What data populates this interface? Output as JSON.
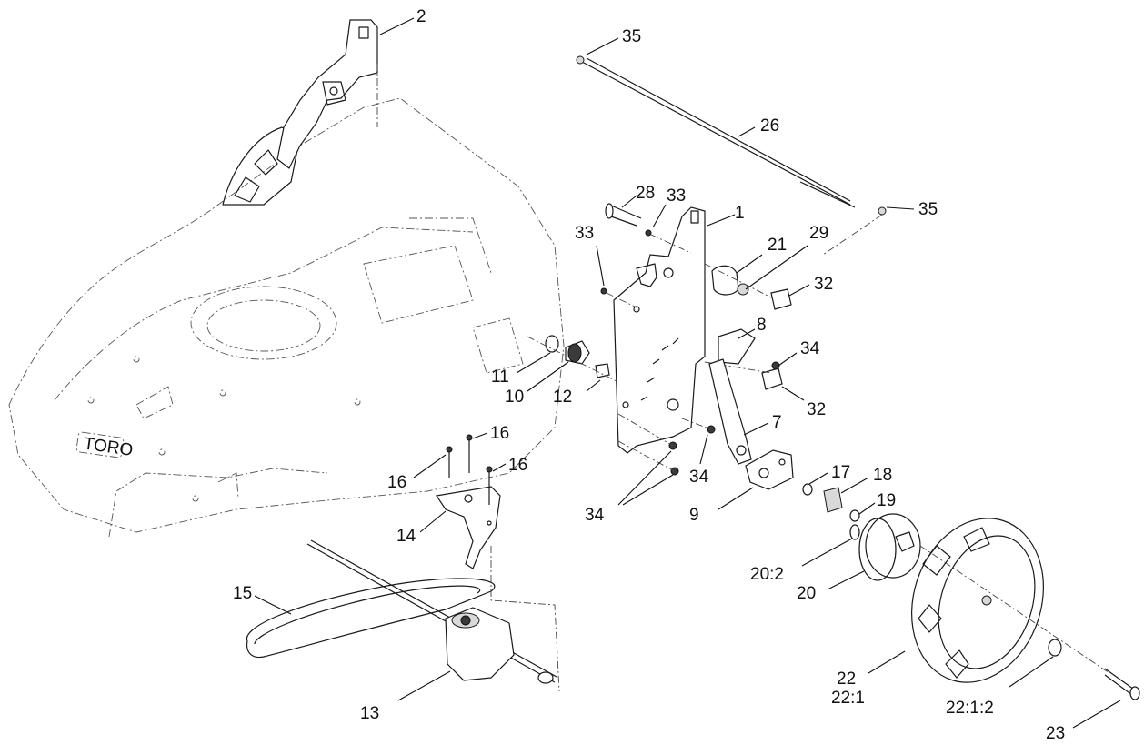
{
  "callouts": [
    {
      "id": "c2",
      "text": "2"
    },
    {
      "id": "c35a",
      "text": "35"
    },
    {
      "id": "c26",
      "text": "26"
    },
    {
      "id": "c35b",
      "text": "35"
    },
    {
      "id": "c28",
      "text": "28"
    },
    {
      "id": "c33a",
      "text": "33"
    },
    {
      "id": "c1",
      "text": "1"
    },
    {
      "id": "c33b",
      "text": "33"
    },
    {
      "id": "c21",
      "text": "21"
    },
    {
      "id": "c29",
      "text": "29"
    },
    {
      "id": "c32a",
      "text": "32"
    },
    {
      "id": "c8",
      "text": "8"
    },
    {
      "id": "c34a",
      "text": "34"
    },
    {
      "id": "c11",
      "text": "11"
    },
    {
      "id": "c10",
      "text": "10"
    },
    {
      "id": "c12",
      "text": "12"
    },
    {
      "id": "c32b",
      "text": "32"
    },
    {
      "id": "c7",
      "text": "7"
    },
    {
      "id": "c16a",
      "text": "16"
    },
    {
      "id": "c16b",
      "text": "16"
    },
    {
      "id": "c16c",
      "text": "16"
    },
    {
      "id": "c34b",
      "text": "34"
    },
    {
      "id": "c17",
      "text": "17"
    },
    {
      "id": "c18",
      "text": "18"
    },
    {
      "id": "c9",
      "text": "9"
    },
    {
      "id": "c34c",
      "text": "34"
    },
    {
      "id": "c19",
      "text": "19"
    },
    {
      "id": "c14",
      "text": "14"
    },
    {
      "id": "c20_2",
      "text": "20:2"
    },
    {
      "id": "c15",
      "text": "15"
    },
    {
      "id": "c20",
      "text": "20"
    },
    {
      "id": "c22",
      "text": "22"
    },
    {
      "id": "c22_1",
      "text": "22:1"
    },
    {
      "id": "c22_1_2",
      "text": "22:1:2"
    },
    {
      "id": "c13",
      "text": "13"
    },
    {
      "id": "c23",
      "text": "23"
    }
  ],
  "deck_logo": "TORO"
}
